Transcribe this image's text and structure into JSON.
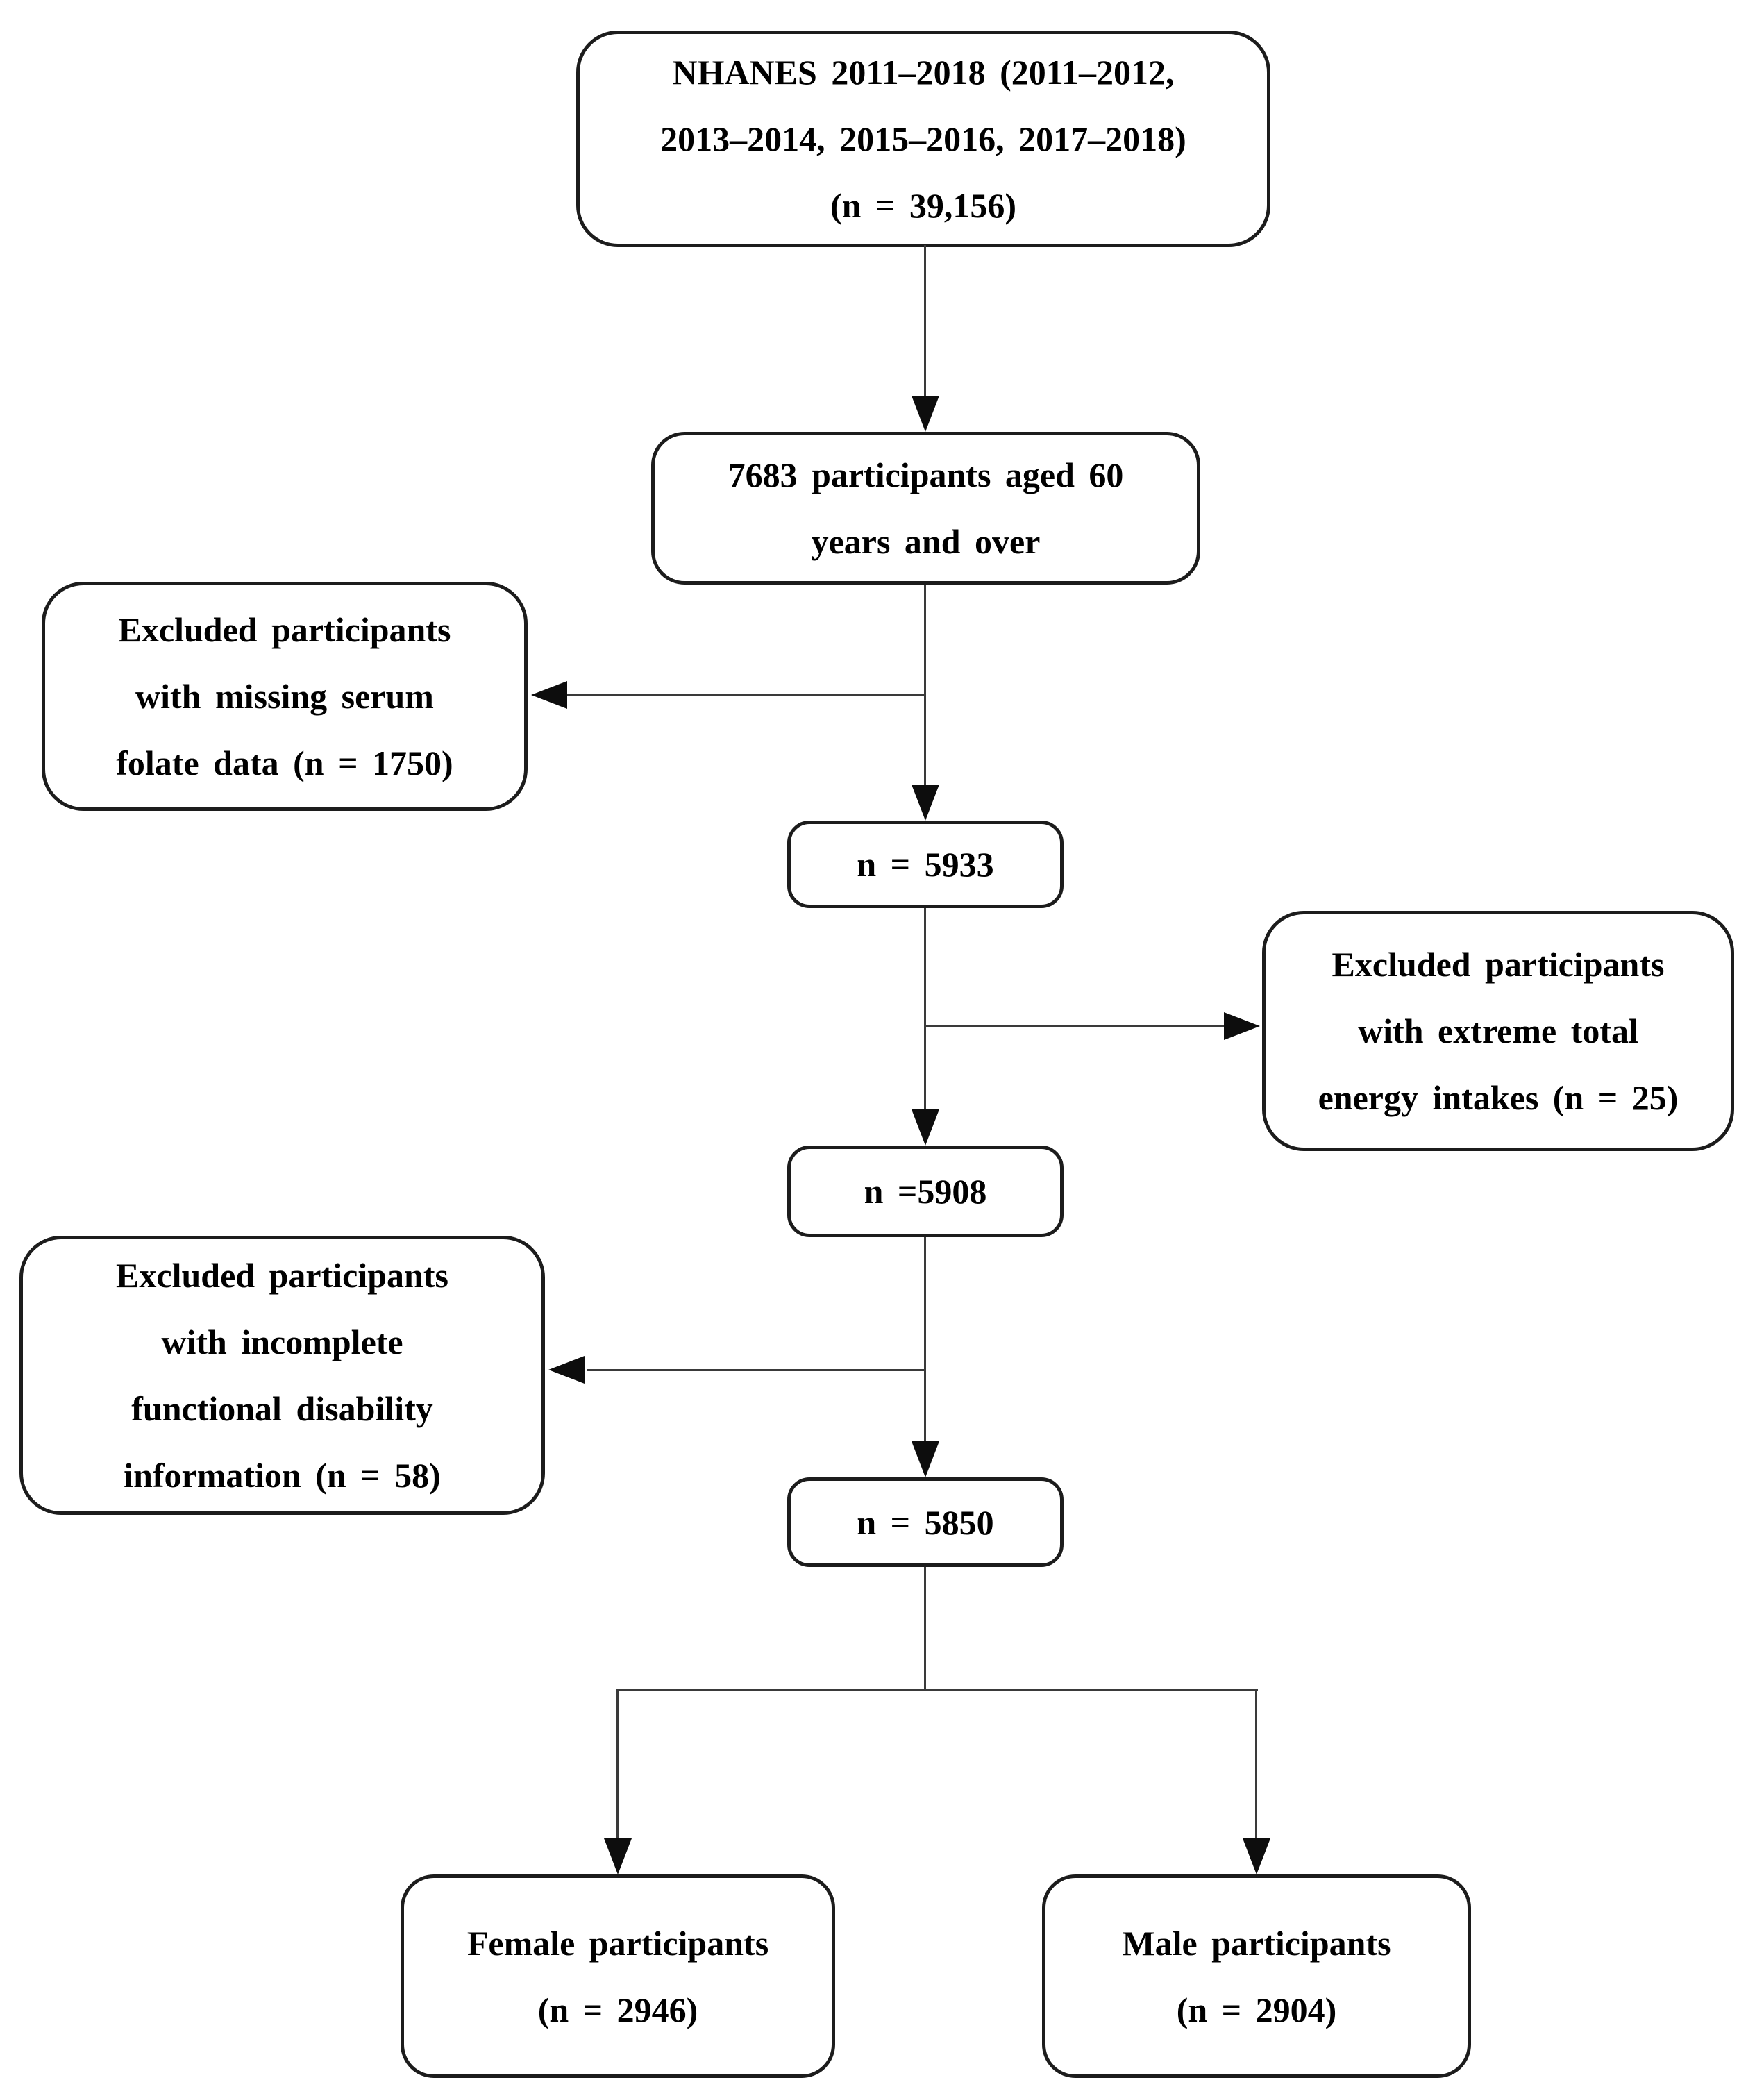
{
  "diagram": {
    "type": "flowchart",
    "description": "NHANES participant selection flow diagram",
    "colors": {
      "background": "#ffffff",
      "box_border": "#1c1c1c",
      "connector_line": "#3a3a3a",
      "arrowhead": "#0d0d0d",
      "text": "#000000"
    },
    "nodes": {
      "nhanes": {
        "lines": [
          "NHANES 2011–2018 (2011–2012,",
          "2013–2014, 2015–2016, 2017–2018)",
          "(n = 39,156)"
        ]
      },
      "aged_60": {
        "lines": [
          "7683 participants aged 60",
          "years and over"
        ]
      },
      "excluded_folate": {
        "lines": [
          "Excluded participants",
          "with missing serum",
          "folate data (n = 1750)"
        ]
      },
      "n_5933": {
        "lines": [
          "n = 5933"
        ]
      },
      "excluded_energy": {
        "lines": [
          "Excluded participants",
          "with extreme total",
          "energy intakes (n = 25)"
        ]
      },
      "n_5908": {
        "lines": [
          "n =5908"
        ]
      },
      "excluded_disability": {
        "lines": [
          "Excluded participants",
          "with incomplete",
          "functional disability",
          "information (n = 58)"
        ]
      },
      "n_5850": {
        "lines": [
          "n = 5850"
        ]
      },
      "female": {
        "lines": [
          "Female participants",
          "(n = 2946)"
        ]
      },
      "male": {
        "lines": [
          "Male participants",
          "(n = 2904)"
        ]
      }
    },
    "edges": [
      {
        "from": "nhanes",
        "to": "aged_60"
      },
      {
        "from": "aged_60",
        "to": "n_5933",
        "branch_to": "excluded_folate"
      },
      {
        "from": "n_5933",
        "to": "n_5908",
        "branch_to": "excluded_energy"
      },
      {
        "from": "n_5908",
        "to": "n_5850",
        "branch_to": "excluded_disability"
      },
      {
        "from": "n_5850",
        "to": "female"
      },
      {
        "from": "n_5850",
        "to": "male"
      }
    ]
  }
}
